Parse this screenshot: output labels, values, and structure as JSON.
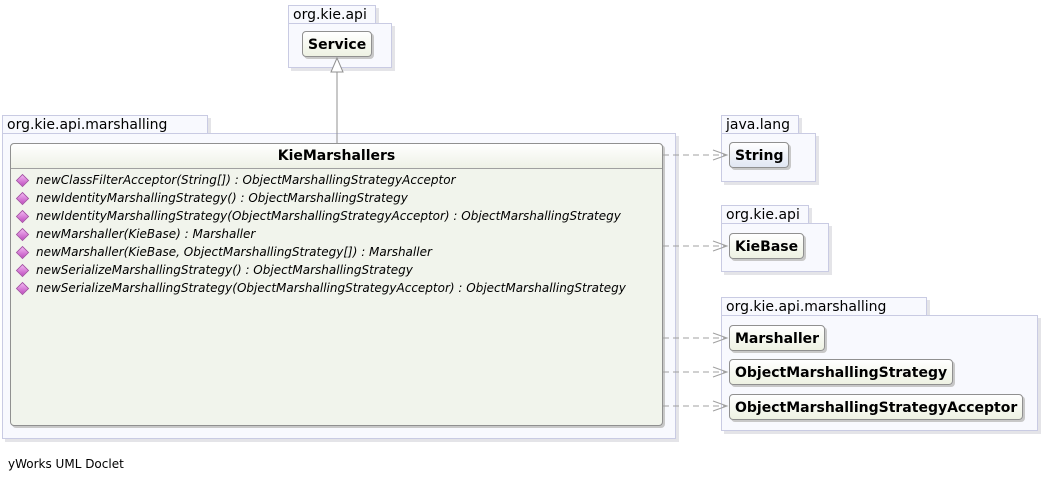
{
  "packages": {
    "top_api": {
      "name": "org.kie.api",
      "classes": [
        "Service"
      ]
    },
    "marshalling_left": {
      "name": "org.kie.api.marshalling"
    },
    "java_lang": {
      "name": "java.lang",
      "classes": [
        "String"
      ]
    },
    "kie_api_right": {
      "name": "org.kie.api",
      "classes": [
        "KieBase"
      ]
    },
    "marshalling_right": {
      "name": "org.kie.api.marshalling",
      "classes": [
        "Marshaller",
        "ObjectMarshallingStrategy",
        "ObjectMarshallingStrategyAcceptor"
      ]
    }
  },
  "main_class": {
    "name": "KieMarshallers",
    "methods": [
      "newClassFilterAcceptor(String[]) : ObjectMarshallingStrategyAcceptor",
      "newIdentityMarshallingStrategy() : ObjectMarshallingStrategy",
      "newIdentityMarshallingStrategy(ObjectMarshallingStrategyAcceptor) : ObjectMarshallingStrategy",
      "newMarshaller(KieBase) : Marshaller",
      "newMarshaller(KieBase, ObjectMarshallingStrategy[]) : Marshaller",
      "newSerializeMarshallingStrategy() : ObjectMarshallingStrategy",
      "newSerializeMarshallingStrategy(ObjectMarshallingStrategyAcceptor) : ObjectMarshallingStrategy"
    ],
    "method_icon": "method-diamond-icon"
  },
  "footer": "yWorks UML Doclet",
  "colors": {
    "package_bg": "#f8f9fe",
    "package_border": "#c9cbe3",
    "class_fill": "#eef2e3",
    "string_fill": "#e1e7f3",
    "dependency_line": "#a0a0a0"
  }
}
